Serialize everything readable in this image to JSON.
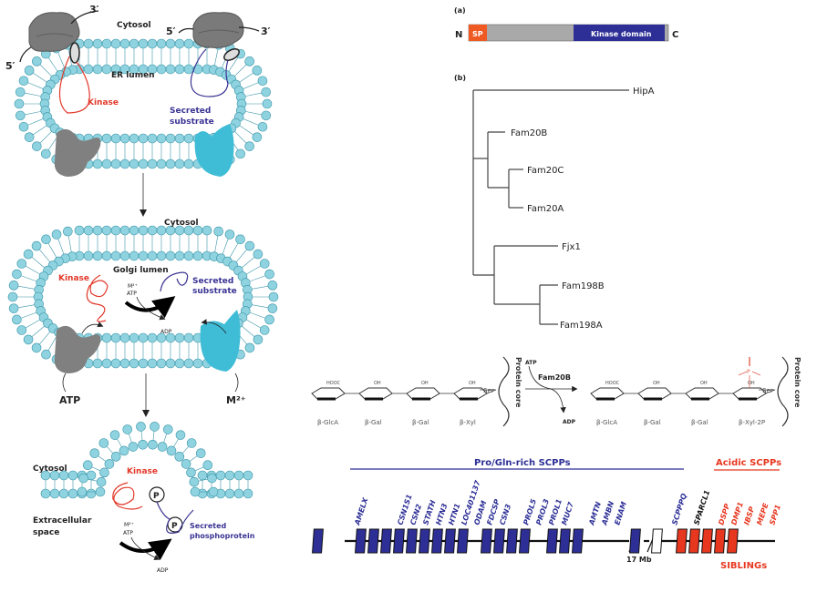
{
  "colors": {
    "lipid_head": "#8fd3e0",
    "lipid_stroke": "#3a95a8",
    "ribosome": "#7a7a7a",
    "kinase": "#e2382a",
    "substrate": "#3b3494",
    "receptor_gray": "#808080",
    "receptor_cyan": "#3fbcd6",
    "kinase_domain": "#2d2f96",
    "sp": "#ef5a23",
    "linker": "#a9a9a9",
    "pro_gln": "#2d2f96",
    "acidic": "#e8371f",
    "phospho": "#e06050"
  },
  "panel_er": {
    "cytosol": "Cytosol",
    "lumen": "ER lumen",
    "five_prime": "5′",
    "three_prime": "3′",
    "kinase": "Kinase",
    "substrate_1": "Secreted",
    "substrate_2": "substrate"
  },
  "panel_golgi": {
    "cytosol": "Cytosol",
    "lumen": "Golgi lumen",
    "kinase": "Kinase",
    "substrate_1": "Secreted",
    "substrate_2": "substrate",
    "metal": "M²⁺",
    "atp": "ATP",
    "adp": "ADP",
    "atp_label": "ATP",
    "metal_label": "M²⁺"
  },
  "panel_secretion": {
    "cytosol": "Cytosol",
    "extracellular_1": "Extracellular",
    "extracellular_2": "space",
    "kinase": "Kinase",
    "phospho": "P",
    "metal": "M²⁺",
    "atp": "ATP",
    "adp": "ADP",
    "product_1": "Secreted",
    "product_2": "phosphoprotein"
  },
  "domain_diagram": {
    "label": "(a)",
    "n_term": "N",
    "c_term": "C",
    "sp": "SP",
    "kinase_domain": "Kinase domain"
  },
  "tree": {
    "label": "(b)",
    "leaves": [
      "HipA",
      "Fam20B",
      "Fam20C",
      "Fam20A",
      "Fjx1",
      "Fam198B",
      "Fam198A"
    ]
  },
  "reaction": {
    "atp": "ATP",
    "adp": "ADP",
    "enzyme": "Fam20B",
    "sugars_left": [
      "β-GlcA",
      "β-Gal",
      "β-Gal",
      "β-Xyl"
    ],
    "sugars_right": [
      "β-GlcA",
      "β-Gal",
      "β-Gal",
      "β-Xyl-2P"
    ],
    "ser": "Ser",
    "protein_core": "Protein core",
    "hooc": "HOOC",
    "oh": "OH",
    "ho": "HO"
  },
  "gene_cluster": {
    "pro_gln_title": "Pro/Gln-rich SCPPs",
    "acidic_title": "Acidic SCPPs",
    "siblings": "SIBLINGs",
    "gap": "17 Mb",
    "genes": [
      {
        "name": "AMELX",
        "type": "pro"
      },
      {
        "name": "CSN1S1",
        "type": "pro"
      },
      {
        "name": "CSN2",
        "type": "pro"
      },
      {
        "name": "STATH",
        "type": "pro"
      },
      {
        "name": "HTN3",
        "type": "pro"
      },
      {
        "name": "HTN1",
        "type": "pro"
      },
      {
        "name": "LOC401137",
        "type": "pro"
      },
      {
        "name": "ODAM",
        "type": "pro"
      },
      {
        "name": "FDCSP",
        "type": "pro"
      },
      {
        "name": "CSN3",
        "type": "pro"
      },
      {
        "name": "PROL5",
        "type": "pro"
      },
      {
        "name": "PROL3",
        "type": "pro"
      },
      {
        "name": "PROL1",
        "type": "pro"
      },
      {
        "name": "MUC7",
        "type": "pro"
      },
      {
        "name": "AMTN",
        "type": "pro"
      },
      {
        "name": "AMBN",
        "type": "pro"
      },
      {
        "name": "ENAM",
        "type": "pro"
      },
      {
        "name": "SCPPPQ",
        "type": "pro"
      },
      {
        "name": "SPARCL1",
        "type": "other"
      },
      {
        "name": "DSPP",
        "type": "acidic"
      },
      {
        "name": "DMP1",
        "type": "acidic"
      },
      {
        "name": "IBSP",
        "type": "acidic"
      },
      {
        "name": "MEPE",
        "type": "acidic"
      },
      {
        "name": "SPP1",
        "type": "acidic"
      }
    ]
  }
}
